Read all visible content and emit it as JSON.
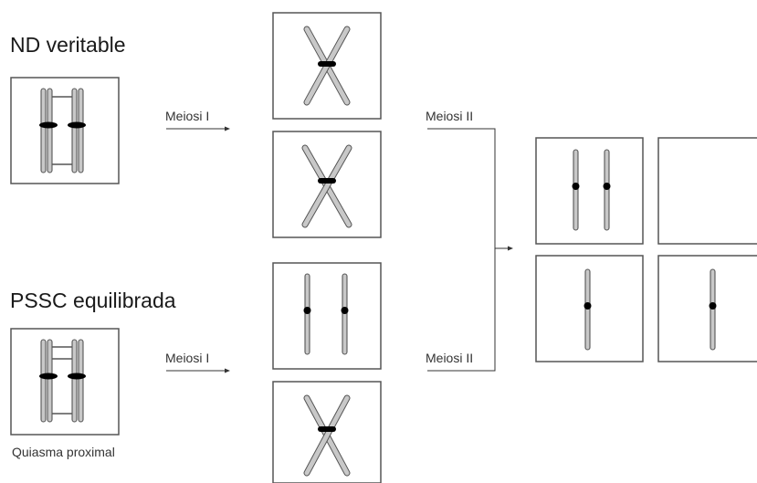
{
  "diagram": {
    "title_top": "ND veritable",
    "title_bottom": "PSSC equilibrada",
    "caption_bottom": "Quiasma proximal",
    "arrows": {
      "top_meiosis1": "Meiosi I",
      "bottom_meiosis1": "Meiosi I",
      "top_meiosis2": "Meiosi II",
      "bottom_meiosis2": "Meiosi II"
    },
    "colors": {
      "box_stroke": "#555555",
      "chromatid_fill": "#c8c8c8",
      "centromere": "#000000"
    }
  }
}
